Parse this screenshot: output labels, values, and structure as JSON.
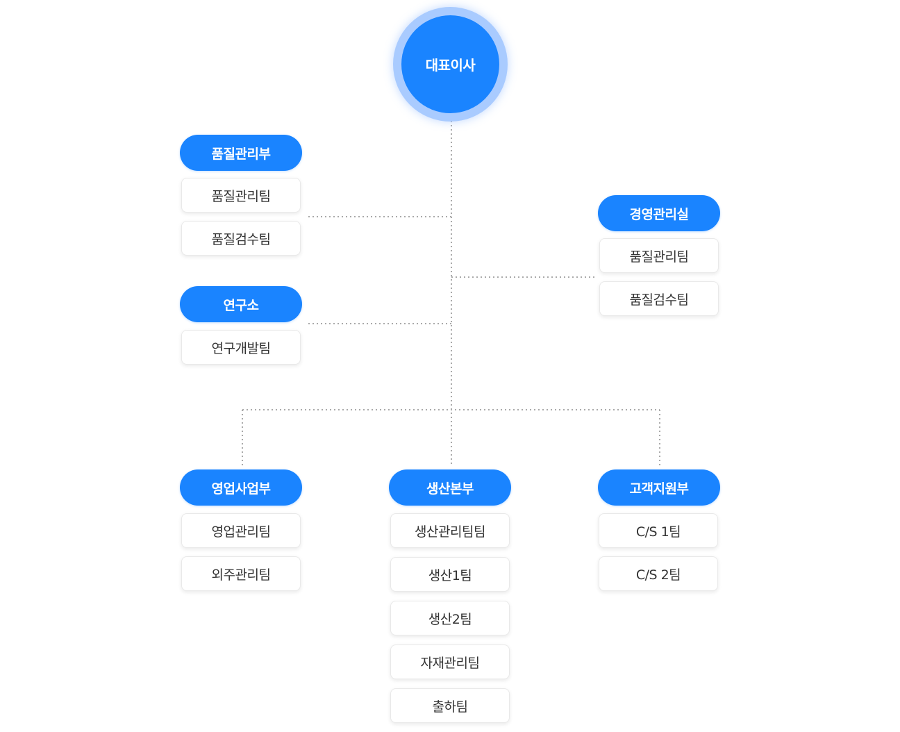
{
  "ceo": {
    "label": "대표이사"
  },
  "quality_dept": {
    "label": "품질관리부",
    "teams": [
      "품질관리팀",
      "품질검수팀"
    ]
  },
  "research_dept": {
    "label": "연구소",
    "teams": [
      "연구개발팀"
    ]
  },
  "management_office": {
    "label": "경영관리실",
    "teams": [
      "품질관리팀",
      "품질검수팀"
    ]
  },
  "sales_dept": {
    "label": "영업사업부",
    "teams": [
      "영업관리팀",
      "외주관리팀"
    ]
  },
  "production_dept": {
    "label": "생산본부",
    "teams": [
      "생산관리팀팀",
      "생산1팀",
      "생산2팀",
      "자재관리팀",
      "출하팀"
    ]
  },
  "support_dept": {
    "label": "고객지원부",
    "teams": [
      "C/S 1팀",
      "C/S 2팀"
    ]
  },
  "colors": {
    "accent": "#1a84ff",
    "ring": "#a9cbff",
    "connector": "#a9a9a9",
    "team_text": "#333333"
  }
}
